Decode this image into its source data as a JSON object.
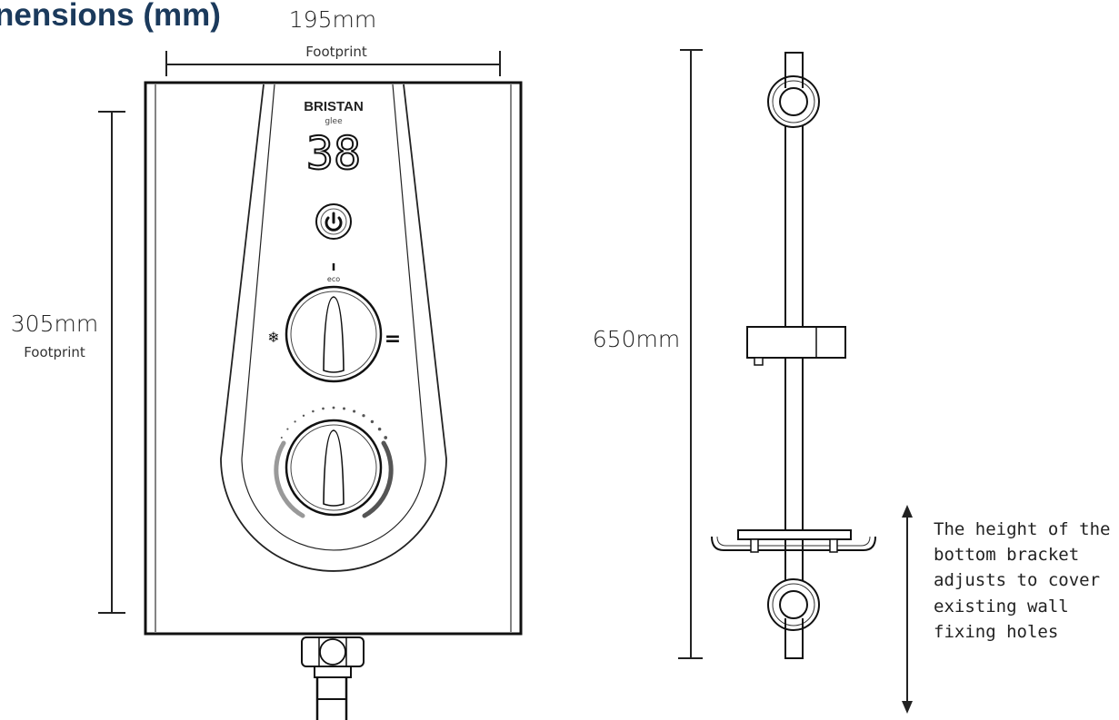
{
  "heading": "nensions (mm)",
  "width_dim": {
    "value": "195mm",
    "label": "Footprint"
  },
  "height_dim": {
    "value": "305mm",
    "label": "Footprint"
  },
  "rail_dim": {
    "value": "650mm"
  },
  "unit": {
    "brand": "BRISTAN",
    "model": "glee",
    "display_temp": "38",
    "eco_label": "eco",
    "snow_symbol": "❄",
    "equals_symbol": "="
  },
  "note_lines": [
    "The height of the",
    "bottom bracket",
    "adjusts to cover",
    "existing wall",
    "fixing holes"
  ]
}
